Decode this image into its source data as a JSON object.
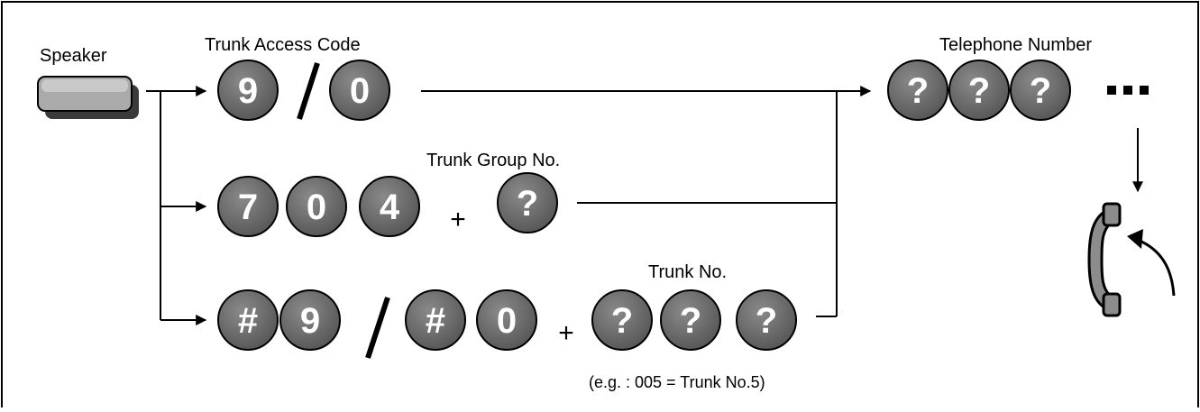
{
  "speaker_label": "Speaker",
  "trunk_access_code_label": "Trunk Access Code",
  "telephone_number_label": "Telephone Number",
  "trunk_group_label": "Trunk Group No.",
  "trunk_no_label": "Trunk No.",
  "example_note": "(e.g. : 005 = Trunk No.5)",
  "plus": "+",
  "keys": {
    "row1_a": "9",
    "row1_b": "0",
    "tel_1": "?",
    "tel_2": "?",
    "tel_3": "?",
    "row2_a": "7",
    "row2_b": "0",
    "row2_c": "4",
    "row2_group": "?",
    "row3_a": "#",
    "row3_b": "9",
    "row3_c": "#",
    "row3_d": "0",
    "row3_t1": "?",
    "row3_t2": "?",
    "row3_t3": "?"
  },
  "colors": {
    "key_fill": "#6a6a6a",
    "key_border": "#000000",
    "speaker_button_fill": "#a9a9a9",
    "handset_fill": "#8c8c8c"
  },
  "icons": [
    "speaker-button-icon",
    "handset-icon",
    "arrow-icon",
    "ellipsis-dots"
  ]
}
